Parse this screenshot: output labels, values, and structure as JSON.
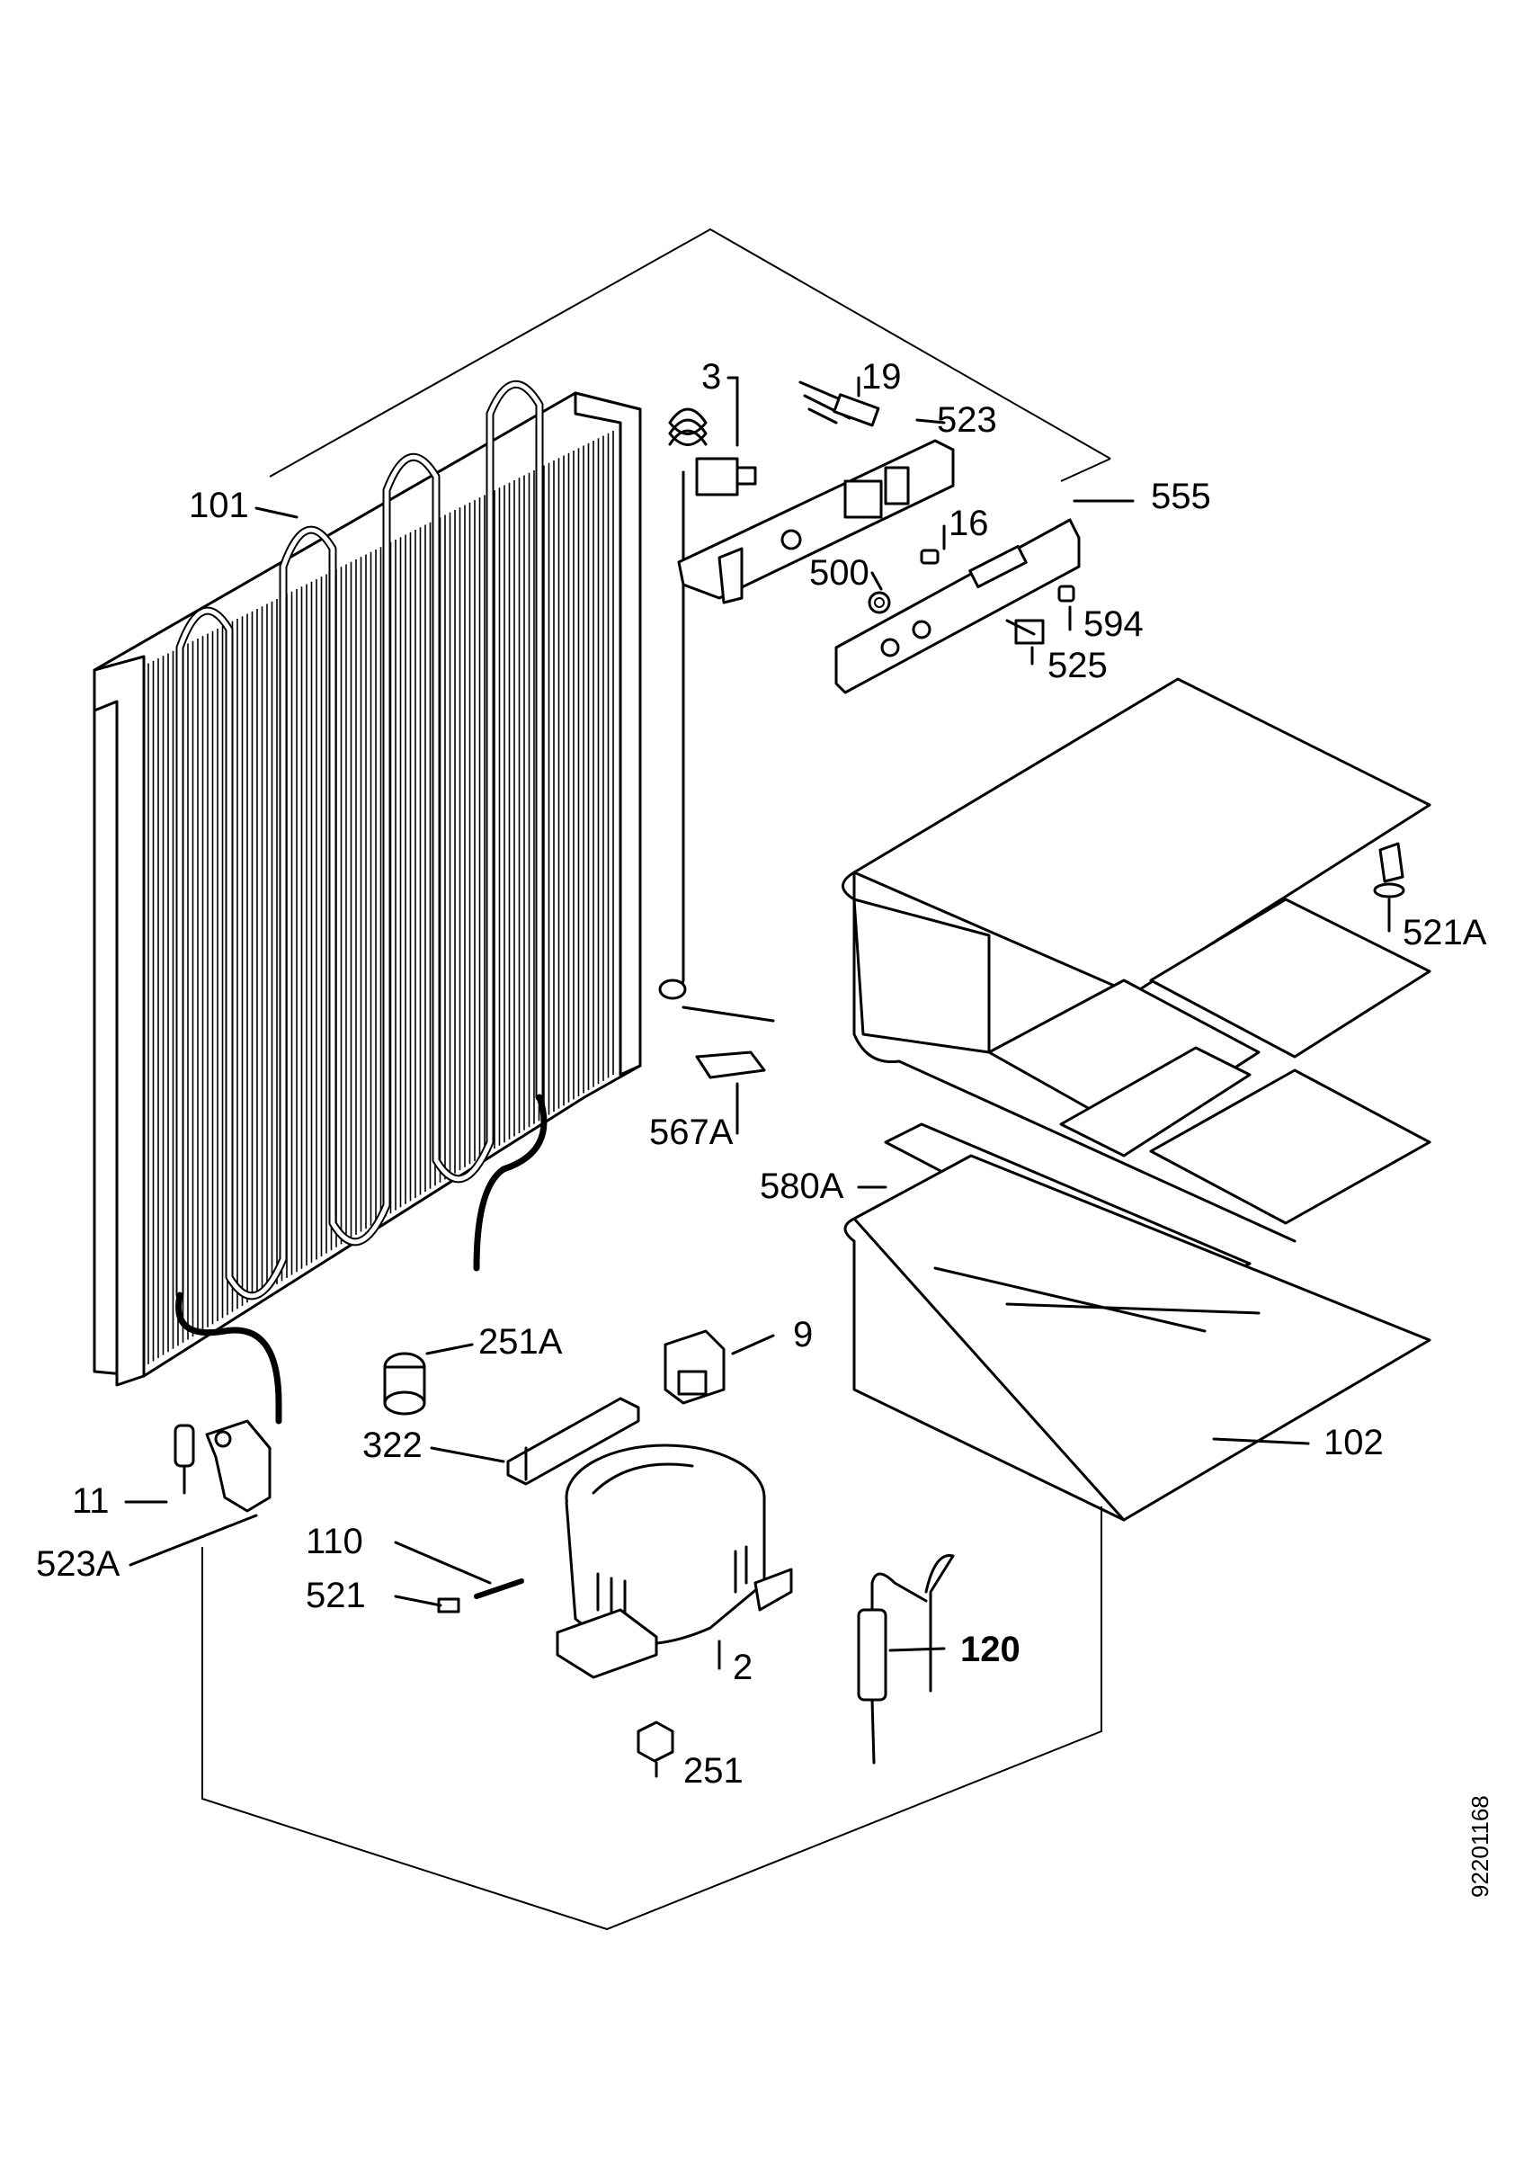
{
  "diagram": {
    "drawing_number": "92201168",
    "colors": {
      "ink": "#000000",
      "paper": "#ffffff"
    },
    "labels": {
      "l101": "101",
      "l3": "3",
      "l19": "19",
      "l523": "523",
      "l555": "555",
      "l16": "16",
      "l500": "500",
      "l594": "594",
      "l525": "525",
      "l521A": "521A",
      "l567A": "567A",
      "l580A": "580A",
      "l251A": "251A",
      "l9": "9",
      "l322": "322",
      "l102": "102",
      "l11": "11",
      "l523A": "523A",
      "l110": "110",
      "l521": "521",
      "l2": "2",
      "l120": "120",
      "l251": "251"
    }
  }
}
